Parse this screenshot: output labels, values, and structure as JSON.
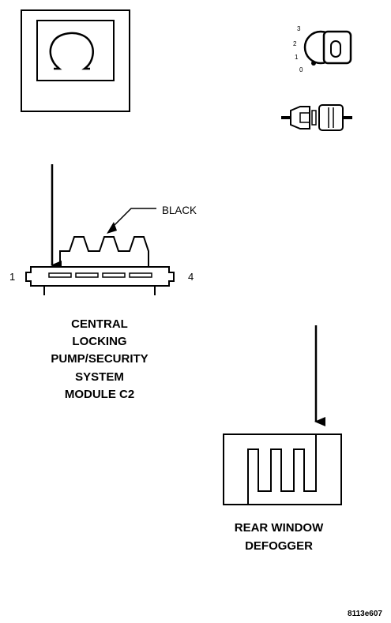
{
  "connector": {
    "wire_color_label": "BLACK",
    "pin_left": "1",
    "pin_right": "4",
    "title_lines": [
      "CENTRAL",
      "LOCKING",
      "PUMP/SECURITY",
      "SYSTEM",
      "MODULE C2"
    ]
  },
  "ignition": {
    "positions": [
      "3",
      "2",
      "1",
      "0"
    ]
  },
  "defogger": {
    "title_lines": [
      "REAR WINDOW",
      "DEFOGGER"
    ]
  },
  "figure_id": "8113e607"
}
